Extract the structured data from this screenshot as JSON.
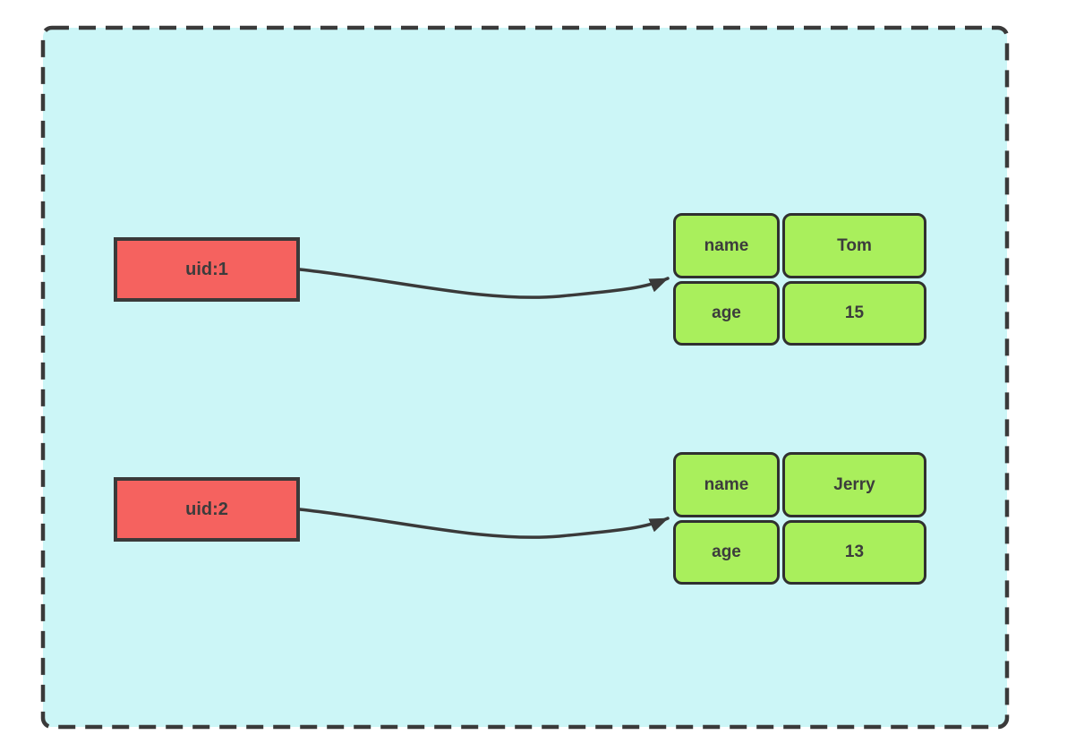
{
  "diagram": {
    "type": "key-value-hash-diagram",
    "background_color": "#ffffff",
    "container": {
      "fill": "#ccf6f7",
      "border_color": "#3a3a3a",
      "border_style": "dashed"
    },
    "colors": {
      "key_box_fill": "#f5625f",
      "cell_fill": "#a9ef5c",
      "outline": "#3a3a3a",
      "arrow": "#3a3a3a",
      "text": "#3c3c3c"
    },
    "entries": [
      {
        "key_label": "uid:1",
        "fields": [
          {
            "label": "name",
            "value": "Tom"
          },
          {
            "label": "age",
            "value": "15"
          }
        ]
      },
      {
        "key_label": "uid:2",
        "fields": [
          {
            "label": "name",
            "value": "Jerry"
          },
          {
            "label": "age",
            "value": "13"
          }
        ]
      }
    ]
  }
}
